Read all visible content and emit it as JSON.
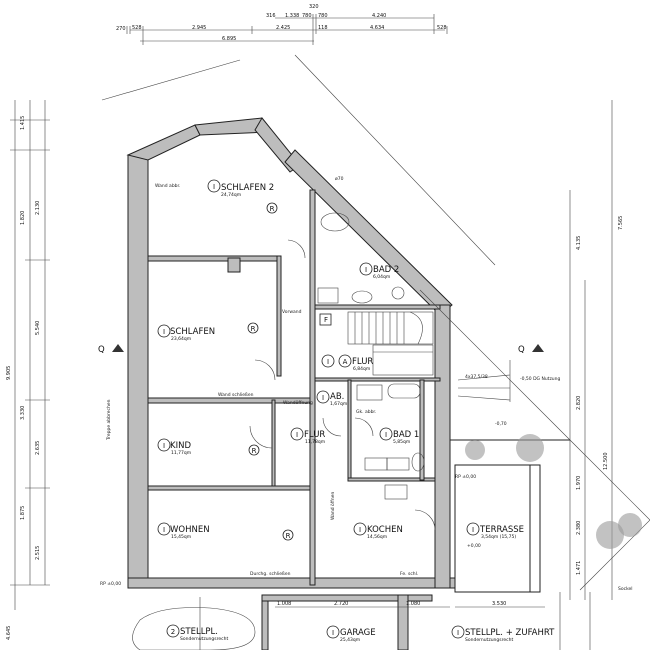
{
  "rooms": {
    "schlafen2": {
      "tag": "I",
      "name": "SCHLAFEN 2",
      "area": "24,74qm"
    },
    "schlafen": {
      "tag": "I",
      "name": "SCHLAFEN",
      "area": "23,64qm"
    },
    "kind": {
      "tag": "I",
      "name": "KIND",
      "area": "11,77qm"
    },
    "wohnen": {
      "tag": "I",
      "name": "WOHNEN",
      "area": "15,45qm"
    },
    "flur": {
      "tag": "I",
      "name": "FLUR",
      "area": "11,78qm"
    },
    "ab": {
      "tag": "I",
      "name": "AB.",
      "area": "1,67qm"
    },
    "bad1": {
      "tag": "I",
      "name": "BAD 1",
      "area": "5,85qm"
    },
    "kochen": {
      "tag": "I",
      "name": "KOCHEN",
      "area": "14,56qm"
    },
    "flur_a": {
      "tag": "I",
      "tag2": "A",
      "name": "FLUR",
      "area": "6,84qm"
    },
    "bad2": {
      "tag": "I",
      "name": "BAD 2",
      "area": "6,04qm"
    },
    "terrasse": {
      "tag": "I",
      "name": "TERRASSE",
      "area": "3,54qm (15,75)"
    },
    "stellpl": {
      "tag": "2",
      "name": "STELLPL.",
      "area": "Sondernutzungsrecht"
    },
    "garage": {
      "tag": "I",
      "name": "GARAGE",
      "area": "25,43qm"
    },
    "zufahrt": {
      "tag": "I",
      "name": "STELLPL. + ZUFAHRT",
      "area": "Sondernutzungsrecht"
    }
  },
  "markers": {
    "r": "R",
    "f": "F",
    "section": "Q"
  },
  "notes": {
    "wand_schliessen": "Wand schließen",
    "wand_oeffnen": "Wand öffnen",
    "vorwand": "Vorwand",
    "durchg": "Durchg. schließen",
    "fe_schl": "Fe. schl.",
    "wandoeffnung": "Wandöffnung",
    "wand_abbr": "Wand abbr.",
    "gk_abbr": "Gk. abbr.",
    "dg_nutzung": "-0,50 DG Nutzung",
    "sockel": "Sockel",
    "stair": "4x37,5/38",
    "level1": "-0,70",
    "level2": "+0,00",
    "treppe": "Treppe abbrechen",
    "wc": "ø70",
    "rp": "RP ±0,00"
  },
  "dimensions": {
    "top": [
      "270",
      "528",
      "2.945",
      "2.425",
      "6.895",
      "316",
      "1.338",
      "780",
      "320",
      "780",
      "4.240",
      "118",
      "4.634",
      "528"
    ],
    "garage": [
      "1.008",
      "2.720",
      "1.080",
      "3.530"
    ],
    "left": [
      "1.415",
      "2.130",
      "1.820",
      "5.540",
      "3.330",
      "2.635",
      "9.905",
      "1.875",
      "2.515",
      "4.645"
    ],
    "right": [
      "7.565",
      "4.135",
      "2.820",
      "12.500",
      "1.970",
      "2.380",
      "1.471"
    ]
  }
}
